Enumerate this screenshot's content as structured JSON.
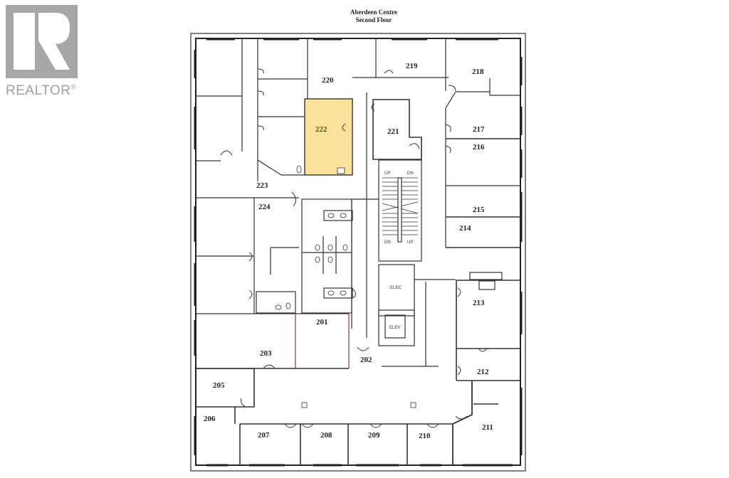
{
  "logo": {
    "brand": "REALTOR",
    "registered": "®",
    "icon": "realtor-r-logo-icon",
    "color": "#a7a7a7"
  },
  "header": {
    "building": "Aberdeen Centre",
    "floor": "Second Floor"
  },
  "highlight": {
    "room": "222",
    "color": "#fbe29a"
  },
  "rooms": [
    {
      "id": "201",
      "label": "201"
    },
    {
      "id": "202",
      "label": "202"
    },
    {
      "id": "203",
      "label": "203"
    },
    {
      "id": "205",
      "label": "205"
    },
    {
      "id": "206",
      "label": "206"
    },
    {
      "id": "207",
      "label": "207"
    },
    {
      "id": "208",
      "label": "208"
    },
    {
      "id": "209",
      "label": "209"
    },
    {
      "id": "210",
      "label": "210"
    },
    {
      "id": "211",
      "label": "211"
    },
    {
      "id": "212",
      "label": "212"
    },
    {
      "id": "213",
      "label": "213"
    },
    {
      "id": "214",
      "label": "214"
    },
    {
      "id": "215",
      "label": "215"
    },
    {
      "id": "216",
      "label": "216"
    },
    {
      "id": "217",
      "label": "217"
    },
    {
      "id": "218",
      "label": "218"
    },
    {
      "id": "219",
      "label": "219"
    },
    {
      "id": "220",
      "label": "220"
    },
    {
      "id": "221",
      "label": "221"
    },
    {
      "id": "222",
      "label": "222"
    },
    {
      "id": "223",
      "label": "223"
    },
    {
      "id": "224",
      "label": "224"
    }
  ],
  "utility": {
    "elec": "ELEC",
    "elev": "ELEV",
    "stairs_up": "UP",
    "stairs_dn": "DN"
  }
}
